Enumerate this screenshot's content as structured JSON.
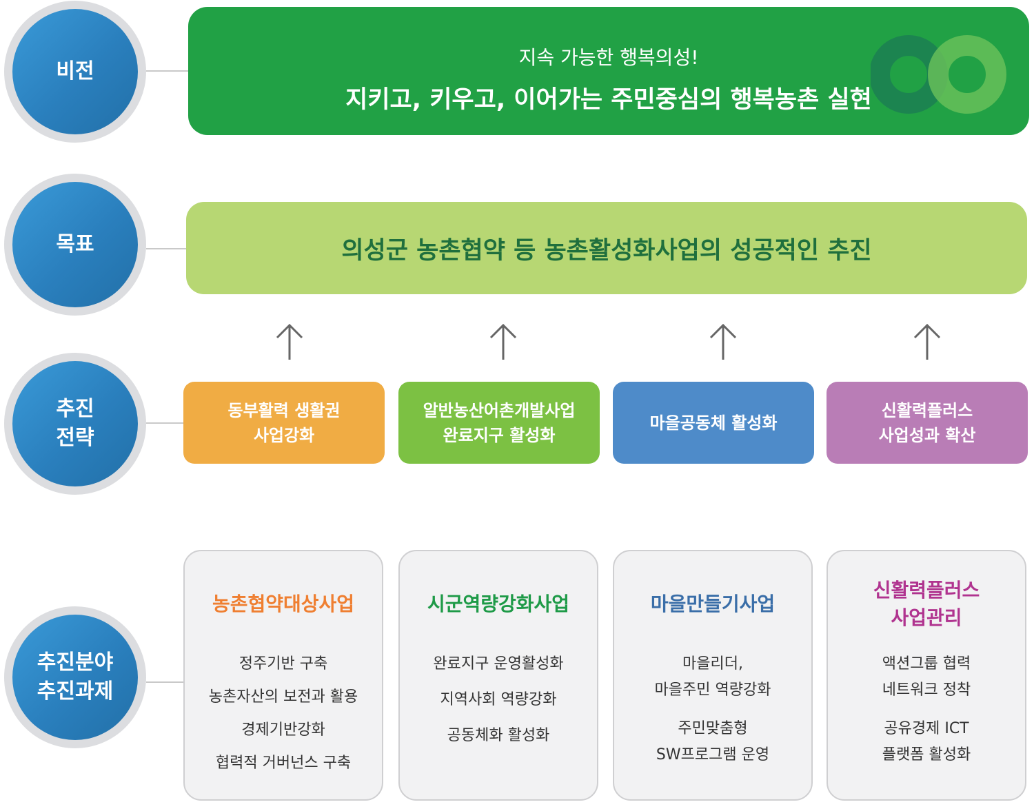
{
  "rows": {
    "vision_label": "비전",
    "goal_label": "목표",
    "strategy_label": "추진\n전략",
    "tasks_label": "추진분야\n추진과제"
  },
  "vision": {
    "subtitle": "지속 가능한 행복의성!",
    "title": "지키고, 키우고, 이어가는 주민중심의 행복농촌 실현"
  },
  "goal": {
    "text": "의성군 농촌협약 등 농촌활성화사업의 성공적인 추진"
  },
  "strategies": [
    {
      "label": "동부활력 생활권\n사업강화",
      "color": "#f0ac44"
    },
    {
      "label": "알반농산어촌개발사업\n완료지구 활성화",
      "color": "#7cc143"
    },
    {
      "label": "마을공동체 활성화",
      "color": "#4e8bc9"
    },
    {
      "label": "신활력플러스\n사업성과 확산",
      "color": "#b97db6"
    }
  ],
  "tasks": [
    {
      "title": "농촌협약대상사업",
      "color": "#ef7f31",
      "items": [
        "정주기반 구축",
        "농촌자산의 보전과 활용",
        "경제기반강화",
        "협력적 거버넌스 구축"
      ]
    },
    {
      "title": "시군역량강화사업",
      "color": "#1e9a47",
      "items": [
        "완료지구 운영활성화",
        "지역사회 역량강화",
        "공동체화 활성화"
      ]
    },
    {
      "title": "마을만들기사업",
      "color": "#3a6ea8",
      "items": [
        "마을리더,\n마을주민 역량강화",
        "주민맞춤형\nSW프로그램 운영"
      ]
    },
    {
      "title": "신활력플러스\n사업관리",
      "color": "#b0338f",
      "items": [
        "액션그룹 협력\n네트워크 정착",
        "공유경제 ICT\n플랫폼 활성화"
      ]
    }
  ],
  "icons": {
    "arrow": "arrow-up-icon",
    "logo": "infinity-icon"
  }
}
